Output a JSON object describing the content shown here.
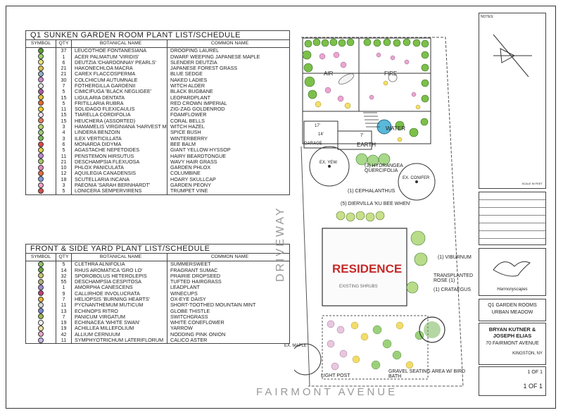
{
  "q1_table": {
    "title": "Q1 SUNKEN GARDEN ROOM PLANT LIST/SCHEDULE",
    "headers": [
      "SYMBOL",
      "QTY",
      "BOTANICAL NAME",
      "COMMON NAME"
    ],
    "rows": [
      {
        "qty": "37",
        "botanical": "LEUCOTHOE FONTANESIANA",
        "common": "DROOPING LAUREL",
        "color": "#5a9e2f"
      },
      {
        "qty": "1",
        "botanical": "ACER PALMATUM 'VIRIDIS'",
        "common": "DWARF WEEPING JAPANESE MAPLE",
        "color": "#9cd36a"
      },
      {
        "qty": "6",
        "botanical": "DEUTZIA 'CHARDONNAY PEARLS'",
        "common": "SLENDER DEUTZIA",
        "color": "#e8e27a"
      },
      {
        "qty": "21",
        "botanical": "HAKONECHLOA MACRA",
        "common": "JAPANESE FOREST GRASS",
        "color": "#d9c24a"
      },
      {
        "qty": "21",
        "botanical": "CAREX FLACCOSPERMA",
        "common": "BLUE SEDGE",
        "color": "#8fb0c9"
      },
      {
        "qty": "30",
        "botanical": "COLCHICUM AUTUMNALE",
        "common": "NAKED LADIES",
        "color": "#d28ad0"
      },
      {
        "qty": "7",
        "botanical": "FOTHERGILLA GARDENII",
        "common": "WITCH ALDER",
        "color": "#e6e6e6"
      },
      {
        "qty": "5",
        "botanical": "CIMICIFUGA 'BLACK NEGLIGEE'",
        "common": "BLACK BUGBANE",
        "color": "#b05aa3"
      },
      {
        "qty": "15",
        "botanical": "LIGULARIA DENTATA",
        "common": "LEOPARDPLANT",
        "color": "#e3c13a"
      },
      {
        "qty": "5",
        "botanical": "FRITILLARIA RUBRA",
        "common": "RED CROWN IMPERIAL",
        "color": "#e56b2e"
      },
      {
        "qty": "11",
        "botanical": "SOLIDAGO FLEXICAULIS",
        "common": "ZIG-ZAG GOLDENROD",
        "color": "#e5d12e"
      },
      {
        "qty": "15",
        "botanical": "TIARELLA CORDIFOLIA",
        "common": "FOAMFLOWER",
        "color": "#f0e4ef"
      },
      {
        "qty": "15",
        "botanical": "HEUCHERA (ASSORTED)",
        "common": "CORAL BELLS",
        "color": "#e77a5e"
      },
      {
        "qty": "3",
        "botanical": "HAMAMELIS VIRGINIANA 'HARVEST MOON'",
        "common": "WITCH HAZEL",
        "color": "#b5d56a"
      },
      {
        "qty": "4",
        "botanical": "LINDERA BENZOIN",
        "common": "SPICE BUSH",
        "color": "#9bd07a"
      },
      {
        "qty": "3",
        "botanical": "ILEX VERTICILLATA",
        "common": "WINTERBERRY",
        "color": "#7ab85a"
      },
      {
        "qty": "6",
        "botanical": "MONARDA DIDYMA",
        "common": "BEE BALM",
        "color": "#e04848"
      },
      {
        "qty": "5",
        "botanical": "AGASTACHE NEPETOIDES",
        "common": "GIANT YELLOW HYSSOP",
        "color": "#e0d34a"
      },
      {
        "qty": "11",
        "botanical": "PENSTEMON HIRSUTUS",
        "common": "HAIRY BEARDTONGUE",
        "color": "#c08ad6"
      },
      {
        "qty": "21",
        "botanical": "DESCHAMPSIA FLEXUOSA",
        "common": "WAVY HAIR GRASS",
        "color": "#a7c86a"
      },
      {
        "qty": "10",
        "botanical": "PHLOX PANICULATA",
        "common": "GARDEN PHLOX",
        "color": "#e58ac4"
      },
      {
        "qty": "12",
        "botanical": "AQUILEGIA CANADENSIS",
        "common": "COLUMBINE",
        "color": "#e86d3a"
      },
      {
        "qty": "18",
        "botanical": "SCUTELLARIA INCANA",
        "common": "HOARY SKULLCAP",
        "color": "#7a9ee0"
      },
      {
        "qty": "3",
        "botanical": "PAEONIA 'SARAH BERNHARDT'",
        "common": "GARDEN PEONY",
        "color": "#f2a3c4"
      },
      {
        "qty": "5",
        "botanical": "LONICERA SEMPERVIRENS",
        "common": "TRUMPET VINE",
        "color": "#d6504a"
      }
    ]
  },
  "front_table": {
    "title": "FRONT & SIDE YARD PLANT LIST/SCHEDULE",
    "headers": [
      "SYMBOL",
      "QTY",
      "BOTANICAL NAME",
      "COMMON NAME"
    ],
    "rows": [
      {
        "qty": "5",
        "botanical": "CLETHRA ALNIFOLIA",
        "common": "SUMMERSWEET",
        "color": "#8cc46a"
      },
      {
        "qty": "14",
        "botanical": "RHUS AROMATICA 'GRO LO'",
        "common": "FRAGRANT SUMAC",
        "color": "#6aa84a"
      },
      {
        "qty": "32",
        "botanical": "SPOROBOLUS HETEROLEPIS",
        "common": "PRAIRIE DROPSEED",
        "color": "#c9c56a"
      },
      {
        "qty": "55",
        "botanical": "DESCHAMPSIA CESPITOSA",
        "common": "TUFTED HAIRGRASS",
        "color": "#b3b37a"
      },
      {
        "qty": "1",
        "botanical": "AMORPHA CANESCENS",
        "common": "LEADPLANT",
        "color": "#a08ad6"
      },
      {
        "qty": "9",
        "botanical": "CALLIRHOE INVOLUCRATA",
        "common": "WINECUPS",
        "color": "#c0407a"
      },
      {
        "qty": "7",
        "botanical": "HELIOPSIS 'BURNING HEARTS'",
        "common": "OX-EYE DAISY",
        "color": "#e6b23a"
      },
      {
        "qty": "11",
        "botanical": "PYCNANTHEMUM MUTICUM",
        "common": "SHORT-TOOTHED MOUNTAIN MINT",
        "color": "#d6d6d6"
      },
      {
        "qty": "13",
        "botanical": "ECHINOPS RITRO",
        "common": "GLOBE THISTLE",
        "color": "#7a8ad6"
      },
      {
        "qty": "7",
        "botanical": "PANICUM VIRGATUM",
        "common": "SWITCHGRASS",
        "color": "#9cb84a"
      },
      {
        "qty": "19",
        "botanical": "ECHINACEA 'WHITE SWAN'",
        "common": "WHITE CONEFLOWER",
        "color": "#f4f4f4"
      },
      {
        "qty": "19",
        "botanical": "ACHILLEA MILLEFOLIUM",
        "common": "YARROW",
        "color": "#f0e0a0"
      },
      {
        "qty": "42",
        "botanical": "ALLIUM CERNUUM",
        "common": "NODDING PINK ONION",
        "color": "#e8a8c8"
      },
      {
        "qty": "11",
        "botanical": "SYMPHYOTRICHUM LATERIFLORUM",
        "common": "CALICO ASTER",
        "color": "#c8b4e8"
      }
    ]
  },
  "site": {
    "air": "AIR",
    "fire": "FIRE",
    "water": "WATER",
    "earth": "EARTH",
    "garage": "GARAGE",
    "dim1": "17'",
    "dim2": "14'",
    "dim3": "7'",
    "ex_yew": "EX. YEW",
    "ex_conifer": "EX. CONIFER",
    "ex_maple": "EX. MAPLE",
    "hydrangea": "(3) HYDRANGEA QUERCIFOLIA",
    "cephalanthus": "(1) CEPHALANTHUS",
    "diervilla": "(5) DIERVILLA 'KU BEE WHEN'",
    "residence": "RESIDENCE",
    "existing_shrubs": "EXISTING SHRUBS",
    "viburnum": "(1) VIBURNUM",
    "transplanted": "TRANSPLANTED ROSE (1)",
    "crataegus": "(1) CRATAEGUS",
    "driveway": "DRIVEWAY",
    "light_post": "LIGHT POST",
    "gravel": "GRAVEL SEATING AREA W/ BIRD BATH",
    "street": "FAIRMONT AVENUE"
  },
  "title_block": {
    "notes": "NOTES:",
    "scale": "SCALE IN FEET",
    "logo": "Harmonyscapes",
    "project1": "Q1 GARDEN ROOMS",
    "project2": "URBAN MEADOW",
    "client": "BRYAN KUTNER & JOSEPH ELIAS",
    "address": "70 FAIRMONT AVENUE",
    "city": "KINGSTON, NY",
    "sheet1": "1 OF 1",
    "sheet2": "1 OF 1"
  }
}
